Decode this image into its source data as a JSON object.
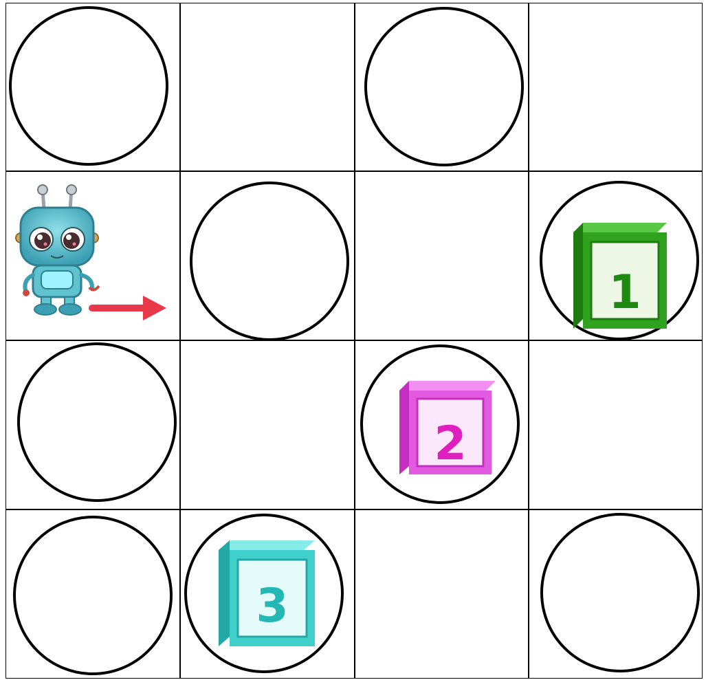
{
  "board": {
    "rows": 4,
    "cols": 4,
    "cells": [
      {
        "row": 0,
        "col": 0,
        "circle": true
      },
      {
        "row": 0,
        "col": 1,
        "circle": false
      },
      {
        "row": 0,
        "col": 2,
        "circle": true
      },
      {
        "row": 0,
        "col": 3,
        "circle": false
      },
      {
        "row": 1,
        "col": 0,
        "circle": false,
        "item": "robot"
      },
      {
        "row": 1,
        "col": 1,
        "circle": true
      },
      {
        "row": 1,
        "col": 2,
        "circle": false
      },
      {
        "row": 1,
        "col": 3,
        "circle": true,
        "item": "cube-1"
      },
      {
        "row": 2,
        "col": 0,
        "circle": true
      },
      {
        "row": 2,
        "col": 1,
        "circle": false
      },
      {
        "row": 2,
        "col": 2,
        "circle": true,
        "item": "cube-2"
      },
      {
        "row": 2,
        "col": 3,
        "circle": false
      },
      {
        "row": 3,
        "col": 0,
        "circle": true
      },
      {
        "row": 3,
        "col": 1,
        "circle": true,
        "item": "cube-3"
      },
      {
        "row": 3,
        "col": 2,
        "circle": false
      },
      {
        "row": 3,
        "col": 3,
        "circle": true
      }
    ]
  },
  "robot": {
    "facing": "right",
    "arrow_color": "#e8394a"
  },
  "cubes": [
    {
      "label": "1",
      "color": "#2fa21e",
      "dark": "#1f7a12",
      "num_color": "#1f8a12"
    },
    {
      "label": "2",
      "color": "#e25adf",
      "dark": "#c42fc0",
      "num_color": "#e01fbf"
    },
    {
      "label": "3",
      "color": "#3fd0cc",
      "dark": "#22a9a5",
      "num_color": "#24b8b4"
    }
  ]
}
